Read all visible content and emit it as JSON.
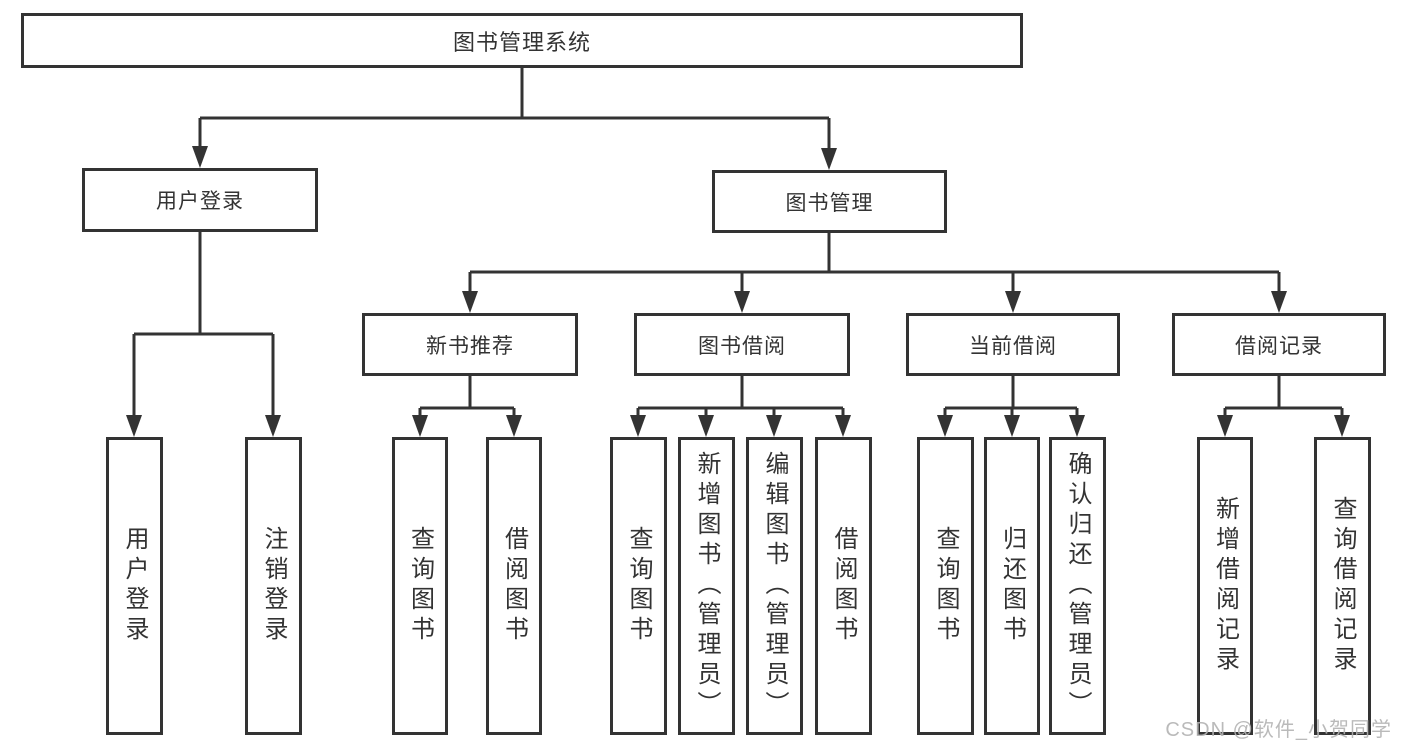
{
  "diagram": {
    "title": "图书管理系统",
    "user_login": {
      "label": "用户登录",
      "children": {
        "login": "用户登录",
        "logout": "注销登录"
      }
    },
    "book_mgmt": {
      "label": "图书管理",
      "new_book_rec": {
        "label": "新书推荐",
        "children": {
          "query": "查询图书",
          "borrow": "借阅图书"
        }
      },
      "book_borrow": {
        "label": "图书借阅",
        "children": {
          "query": "查询图书",
          "add": "新增图书（管理员）",
          "edit": "编辑图书（管理员）",
          "borrow": "借阅图书"
        }
      },
      "current_borrow": {
        "label": "当前借阅",
        "children": {
          "query": "查询图书",
          "return": "归还图书",
          "confirm": "确认归还（管理员）"
        }
      },
      "borrow_records": {
        "label": "借阅记录",
        "children": {
          "add": "新增借阅记录",
          "query": "查询借阅记录"
        }
      }
    },
    "watermark": "CSDN @软件_小贺同学",
    "colors": {
      "line": "#333333",
      "text": "#333333",
      "background": "#ffffff",
      "watermark": "#b3b3b3"
    }
  }
}
